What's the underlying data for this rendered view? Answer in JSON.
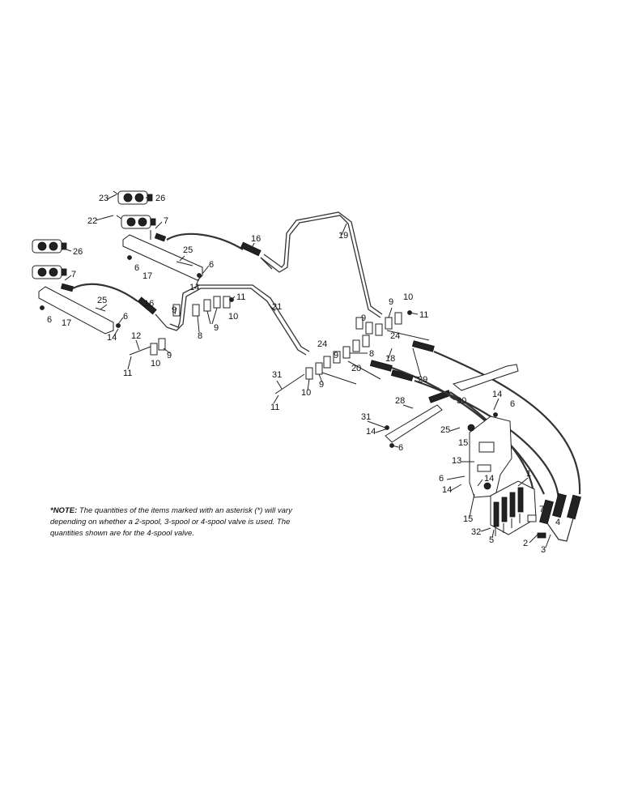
{
  "callouts": [
    {
      "id": "c23a",
      "text": "23"
    },
    {
      "id": "c26a",
      "text": "26"
    },
    {
      "id": "c22",
      "text": "22"
    },
    {
      "id": "c7a",
      "text": "7"
    },
    {
      "id": "c26b",
      "text": "26"
    },
    {
      "id": "c7b",
      "text": "7"
    },
    {
      "id": "c25a",
      "text": "25"
    },
    {
      "id": "c6a",
      "text": "6"
    },
    {
      "id": "c14a",
      "text": "14"
    },
    {
      "id": "c6b",
      "text": "6"
    },
    {
      "id": "c17a",
      "text": "17"
    },
    {
      "id": "c6c",
      "text": "6"
    },
    {
      "id": "c17b",
      "text": "17"
    },
    {
      "id": "c25b",
      "text": "25"
    },
    {
      "id": "c6d",
      "text": "6"
    },
    {
      "id": "c14b",
      "text": "14"
    },
    {
      "id": "c16a",
      "text": "16"
    },
    {
      "id": "c19",
      "text": "19"
    },
    {
      "id": "c16b",
      "text": "16"
    },
    {
      "id": "c21",
      "text": "21"
    },
    {
      "id": "c9a",
      "text": "9"
    },
    {
      "id": "c11a",
      "text": "11"
    },
    {
      "id": "c10a",
      "text": "10"
    },
    {
      "id": "c9b",
      "text": "9"
    },
    {
      "id": "c8a",
      "text": "8"
    },
    {
      "id": "c12",
      "text": "12"
    },
    {
      "id": "c9c",
      "text": "9"
    },
    {
      "id": "c10b",
      "text": "10"
    },
    {
      "id": "c11b",
      "text": "11"
    },
    {
      "id": "c9d",
      "text": "9"
    },
    {
      "id": "c10c",
      "text": "10"
    },
    {
      "id": "c11c",
      "text": "11"
    },
    {
      "id": "c24a",
      "text": "24"
    },
    {
      "id": "c9e",
      "text": "9"
    },
    {
      "id": "c24b",
      "text": "24"
    },
    {
      "id": "c8b",
      "text": "8"
    },
    {
      "id": "c18",
      "text": "18"
    },
    {
      "id": "c9f",
      "text": "9"
    },
    {
      "id": "c20",
      "text": "20"
    },
    {
      "id": "c29",
      "text": "29"
    },
    {
      "id": "c31a",
      "text": "31"
    },
    {
      "id": "c11d",
      "text": "11"
    },
    {
      "id": "c10d",
      "text": "10"
    },
    {
      "id": "c9g",
      "text": "9"
    },
    {
      "id": "c28",
      "text": "28"
    },
    {
      "id": "c30",
      "text": "30"
    },
    {
      "id": "c14c",
      "text": "14"
    },
    {
      "id": "c6e",
      "text": "6"
    },
    {
      "id": "c31b",
      "text": "31"
    },
    {
      "id": "c14d",
      "text": "14"
    },
    {
      "id": "c6f",
      "text": "6"
    },
    {
      "id": "c25c",
      "text": "25"
    },
    {
      "id": "c15a",
      "text": "15"
    },
    {
      "id": "c13",
      "text": "13"
    },
    {
      "id": "c1",
      "text": "1"
    },
    {
      "id": "c6g",
      "text": "6"
    },
    {
      "id": "c14e",
      "text": "14"
    },
    {
      "id": "c14f",
      "text": "14"
    },
    {
      "id": "c15b",
      "text": "15"
    },
    {
      "id": "c7c",
      "text": "7"
    },
    {
      "id": "c4",
      "text": "4"
    },
    {
      "id": "c32",
      "text": "32"
    },
    {
      "id": "c5",
      "text": "5"
    },
    {
      "id": "c2",
      "text": "2"
    },
    {
      "id": "c3",
      "text": "3"
    }
  ],
  "note": {
    "lead": "*NOTE:",
    "text": " The quantities of the items marked with an asterisk (*) will vary depending on whether a 2-spool, 3-spool or 4-spool valve is used. The quantities shown are for the 4-spool valve."
  }
}
